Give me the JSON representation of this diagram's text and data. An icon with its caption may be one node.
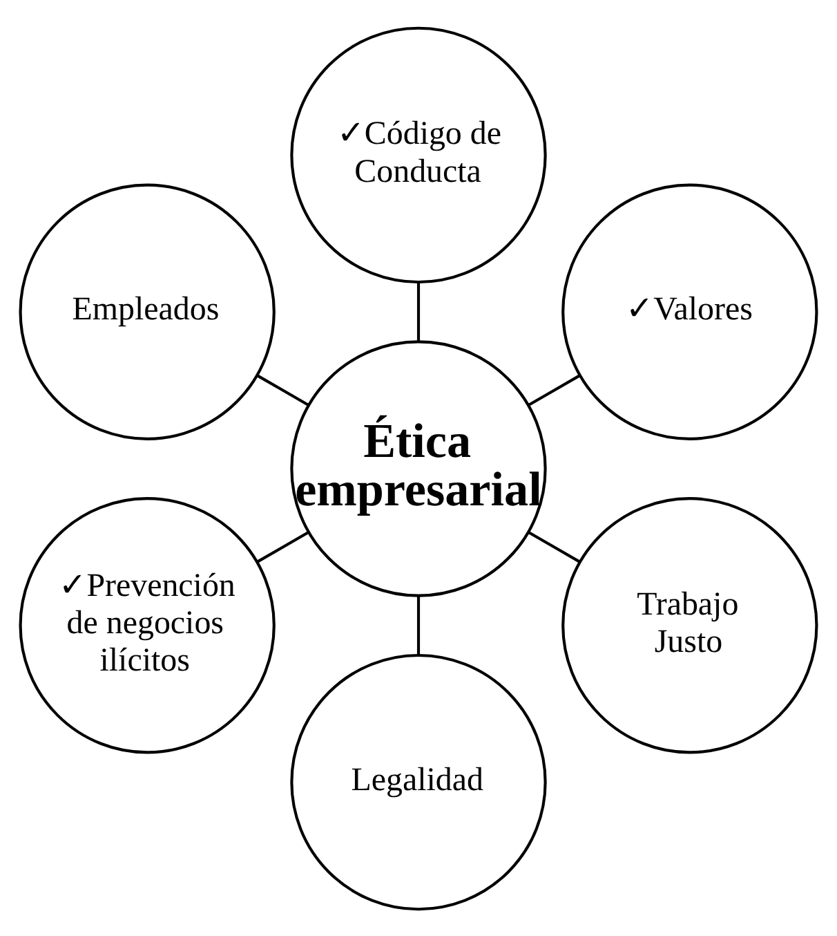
{
  "diagram": {
    "nodes": [
      {
        "text": [
          "Ética empresarial"
        ]
      },
      {
        "text": [
          "✓Valores"
        ]
      },
      {
        "text": [
          "✓Código de Conducta"
        ]
      },
      {
        "text": [
          "Empleados"
        ]
      },
      {
        "text": [
          "✓Prevención de negocios ilícitos"
        ]
      },
      {
        "text": [
          "Legalidad"
        ]
      },
      {
        "text": [
          "Trabajo Justo"
        ]
      }
    ],
    "edges": [
      {
        "from": 0,
        "to": 1,
        "arrow": "none"
      },
      {
        "from": 0,
        "to": 2,
        "arrow": "none"
      },
      {
        "from": 0,
        "to": 3,
        "arrow": "none"
      },
      {
        "from": 0,
        "to": 4,
        "arrow": "none"
      },
      {
        "from": 0,
        "to": 5,
        "arrow": "none"
      },
      {
        "from": 0,
        "to": 6,
        "arrow": "none"
      }
    ]
  }
}
